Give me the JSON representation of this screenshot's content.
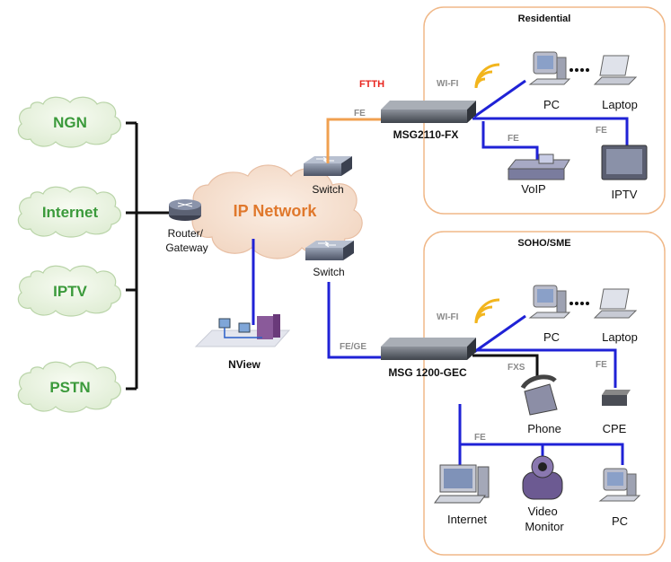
{
  "clouds": [
    "NGN",
    "Internet",
    "IPTV",
    "PSTN"
  ],
  "ip_network": "IP Network",
  "router_label": "Router/\nGateway",
  "nview_label": "NView",
  "switch_label": "Switch",
  "fth_label": "FTTH",
  "fe_label": "FE",
  "fe_ge_label": "FE/GE",
  "fxs_label": "FXS",
  "wifi_label": "WI-FI",
  "msg_top": "MSG2110-FX",
  "msg_bottom": "MSG 1200-GEC",
  "residential": {
    "title": "Residential",
    "pc": "PC",
    "laptop": "Laptop",
    "voip": "VoIP",
    "iptv": "IPTV"
  },
  "soho": {
    "title": "SOHO/SME",
    "pc": "PC",
    "laptop": "Laptop",
    "phone": "Phone",
    "cpe": "CPE",
    "internet": "Internet",
    "video_monitor": "Video\nMonitor",
    "pc2": "PC"
  },
  "colors": {
    "cloud_fill": "#eef6e6",
    "cloud_text": "#3b9a3b",
    "ipnet_fill": "#f7e2d2",
    "ipnet_text": "#e0782c",
    "blue_link": "#1f22d6",
    "orange_link": "#f0a050",
    "panel_border": "#f0b888"
  }
}
